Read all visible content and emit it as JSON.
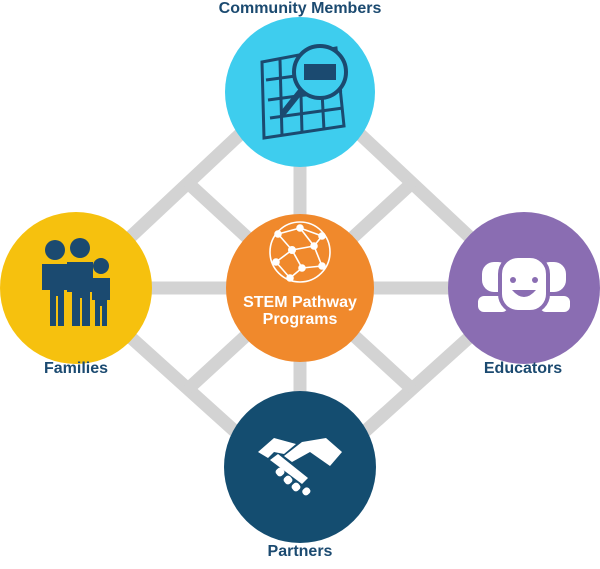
{
  "nodes": {
    "top": {
      "label": "Community Members",
      "color": "#3ecdee",
      "icon": "city-map-icon"
    },
    "left": {
      "label": "Families",
      "color": "#f6c10e",
      "icon": "family-icon"
    },
    "right": {
      "label": "Educators",
      "color": "#8a6db2",
      "icon": "people-group-icon"
    },
    "bottom": {
      "label": "Partners",
      "color": "#144d70",
      "icon": "handshake-icon"
    },
    "center": {
      "line1": "STEM Pathway",
      "line2": "Programs",
      "color": "#f0892c",
      "icon": "network-globe-icon"
    }
  },
  "colors": {
    "label_text": "#1b4a70",
    "connector": "#d3d3d3",
    "icon_dark": "#1b4a70",
    "white": "#ffffff"
  }
}
